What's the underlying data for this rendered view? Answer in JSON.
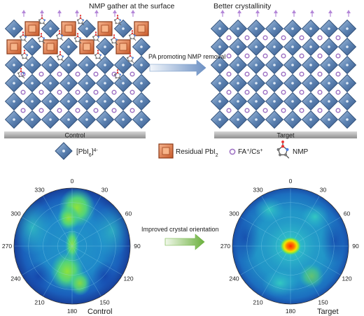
{
  "top": {
    "left_title": "NMP gather at the surface",
    "right_title": "Better crystallinity",
    "arrow_label": "PA promoting NMP removal",
    "left_substrate": "Control",
    "right_substrate": "Target"
  },
  "legend": {
    "octahedron_html": "[PbI<tspan baseline-shift=\"sub\" font-size=\"7\">6</tspan>]<tspan baseline-shift=\"super\" font-size=\"7\">4-</tspan>",
    "residual_html": "Residual PbI<tspan baseline-shift=\"sub\" font-size=\"7\">2</tspan>",
    "cation_html": "FA<tspan baseline-shift=\"super\" font-size=\"7\">+</tspan>/Cs<tspan baseline-shift=\"super\" font-size=\"7\">+</tspan>",
    "nmp": "NMP"
  },
  "bottom": {
    "arrow_label": "Improved crystal orientation",
    "left_caption": "Control",
    "right_caption": "Target",
    "angle_labels": [
      "0",
      "30",
      "60",
      "90",
      "120",
      "150",
      "180",
      "210",
      "240",
      "270",
      "300",
      "330"
    ]
  },
  "colors": {
    "octahedron_fill": "#5f85b4",
    "octahedron_edge": "#2f4f79",
    "pbi2_fill": "#e07b4d",
    "pbi2_edge": "#8a3a18",
    "cation": "#a074c4",
    "arrow": "#b487d8",
    "substrate": "#9a9a9a"
  }
}
